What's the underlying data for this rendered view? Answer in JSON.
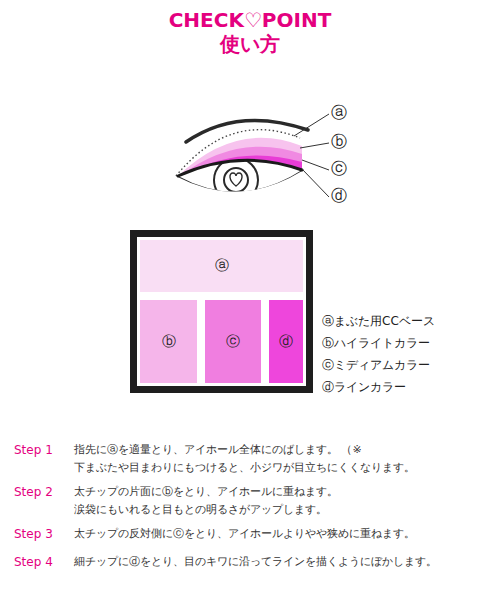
{
  "diagram": {
    "title": "CHECK♡POINT 使い方",
    "nodes": [
      {
        "text": [
          "ⓐ"
        ]
      },
      {
        "text": [
          "ⓑ"
        ]
      },
      {
        "text": [
          "ⓒ"
        ]
      },
      {
        "text": [
          "ⓓ"
        ]
      }
    ],
    "labels": [
      "ⓐ",
      "ⓑ",
      "ⓒ",
      "ⓓ",
      "ⓐまぶた用CCベース",
      "ⓑハイライトカラー",
      "ⓒミディアムカラー",
      "ⓓラインカラー",
      "Step 1",
      "指先にⓐを適量とり、アイホール全体にのばします。 （※下まぶたや目まわりにもつけると、小ジワが目立ちにくくなります。",
      "Step 2",
      "太チップの片面にⓑをとり、アイホールに重ねます。 涙袋にもいれると目もとの明るさがアップします。",
      "Step 3",
      "太チップの反対側にⓒをとり、アイホールよりやや狭めに重ねます。",
      "Step 4",
      "細チップにⓓをとり、目のキワに沿ってラインを描くようにぼかします。"
    ]
  }
}
